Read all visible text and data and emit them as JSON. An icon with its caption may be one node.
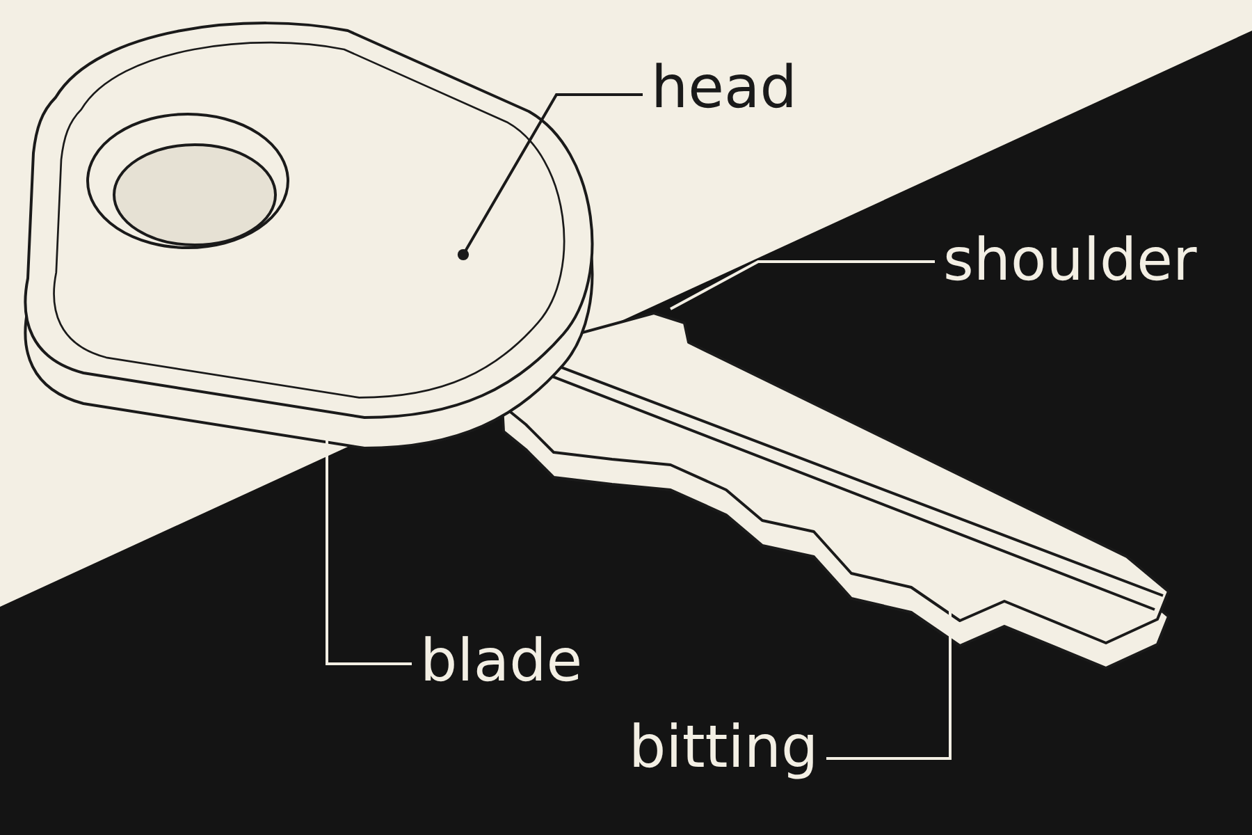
{
  "diagram": {
    "nodes": [
      {
        "text": [
          "head"
        ]
      },
      {
        "text": [
          "shoulder"
        ]
      },
      {
        "text": [
          "blade"
        ]
      },
      {
        "text": [
          "bitting"
        ]
      }
    ],
    "edges": [
      {
        "from": 0,
        "to": null,
        "arrow": "other",
        "color": "#1a1a1a"
      },
      {
        "from": 1,
        "to": null,
        "arrow": "none"
      },
      {
        "from": 2,
        "to": null,
        "arrow": "other"
      },
      {
        "from": 3,
        "to": null,
        "arrow": "other"
      }
    ]
  }
}
